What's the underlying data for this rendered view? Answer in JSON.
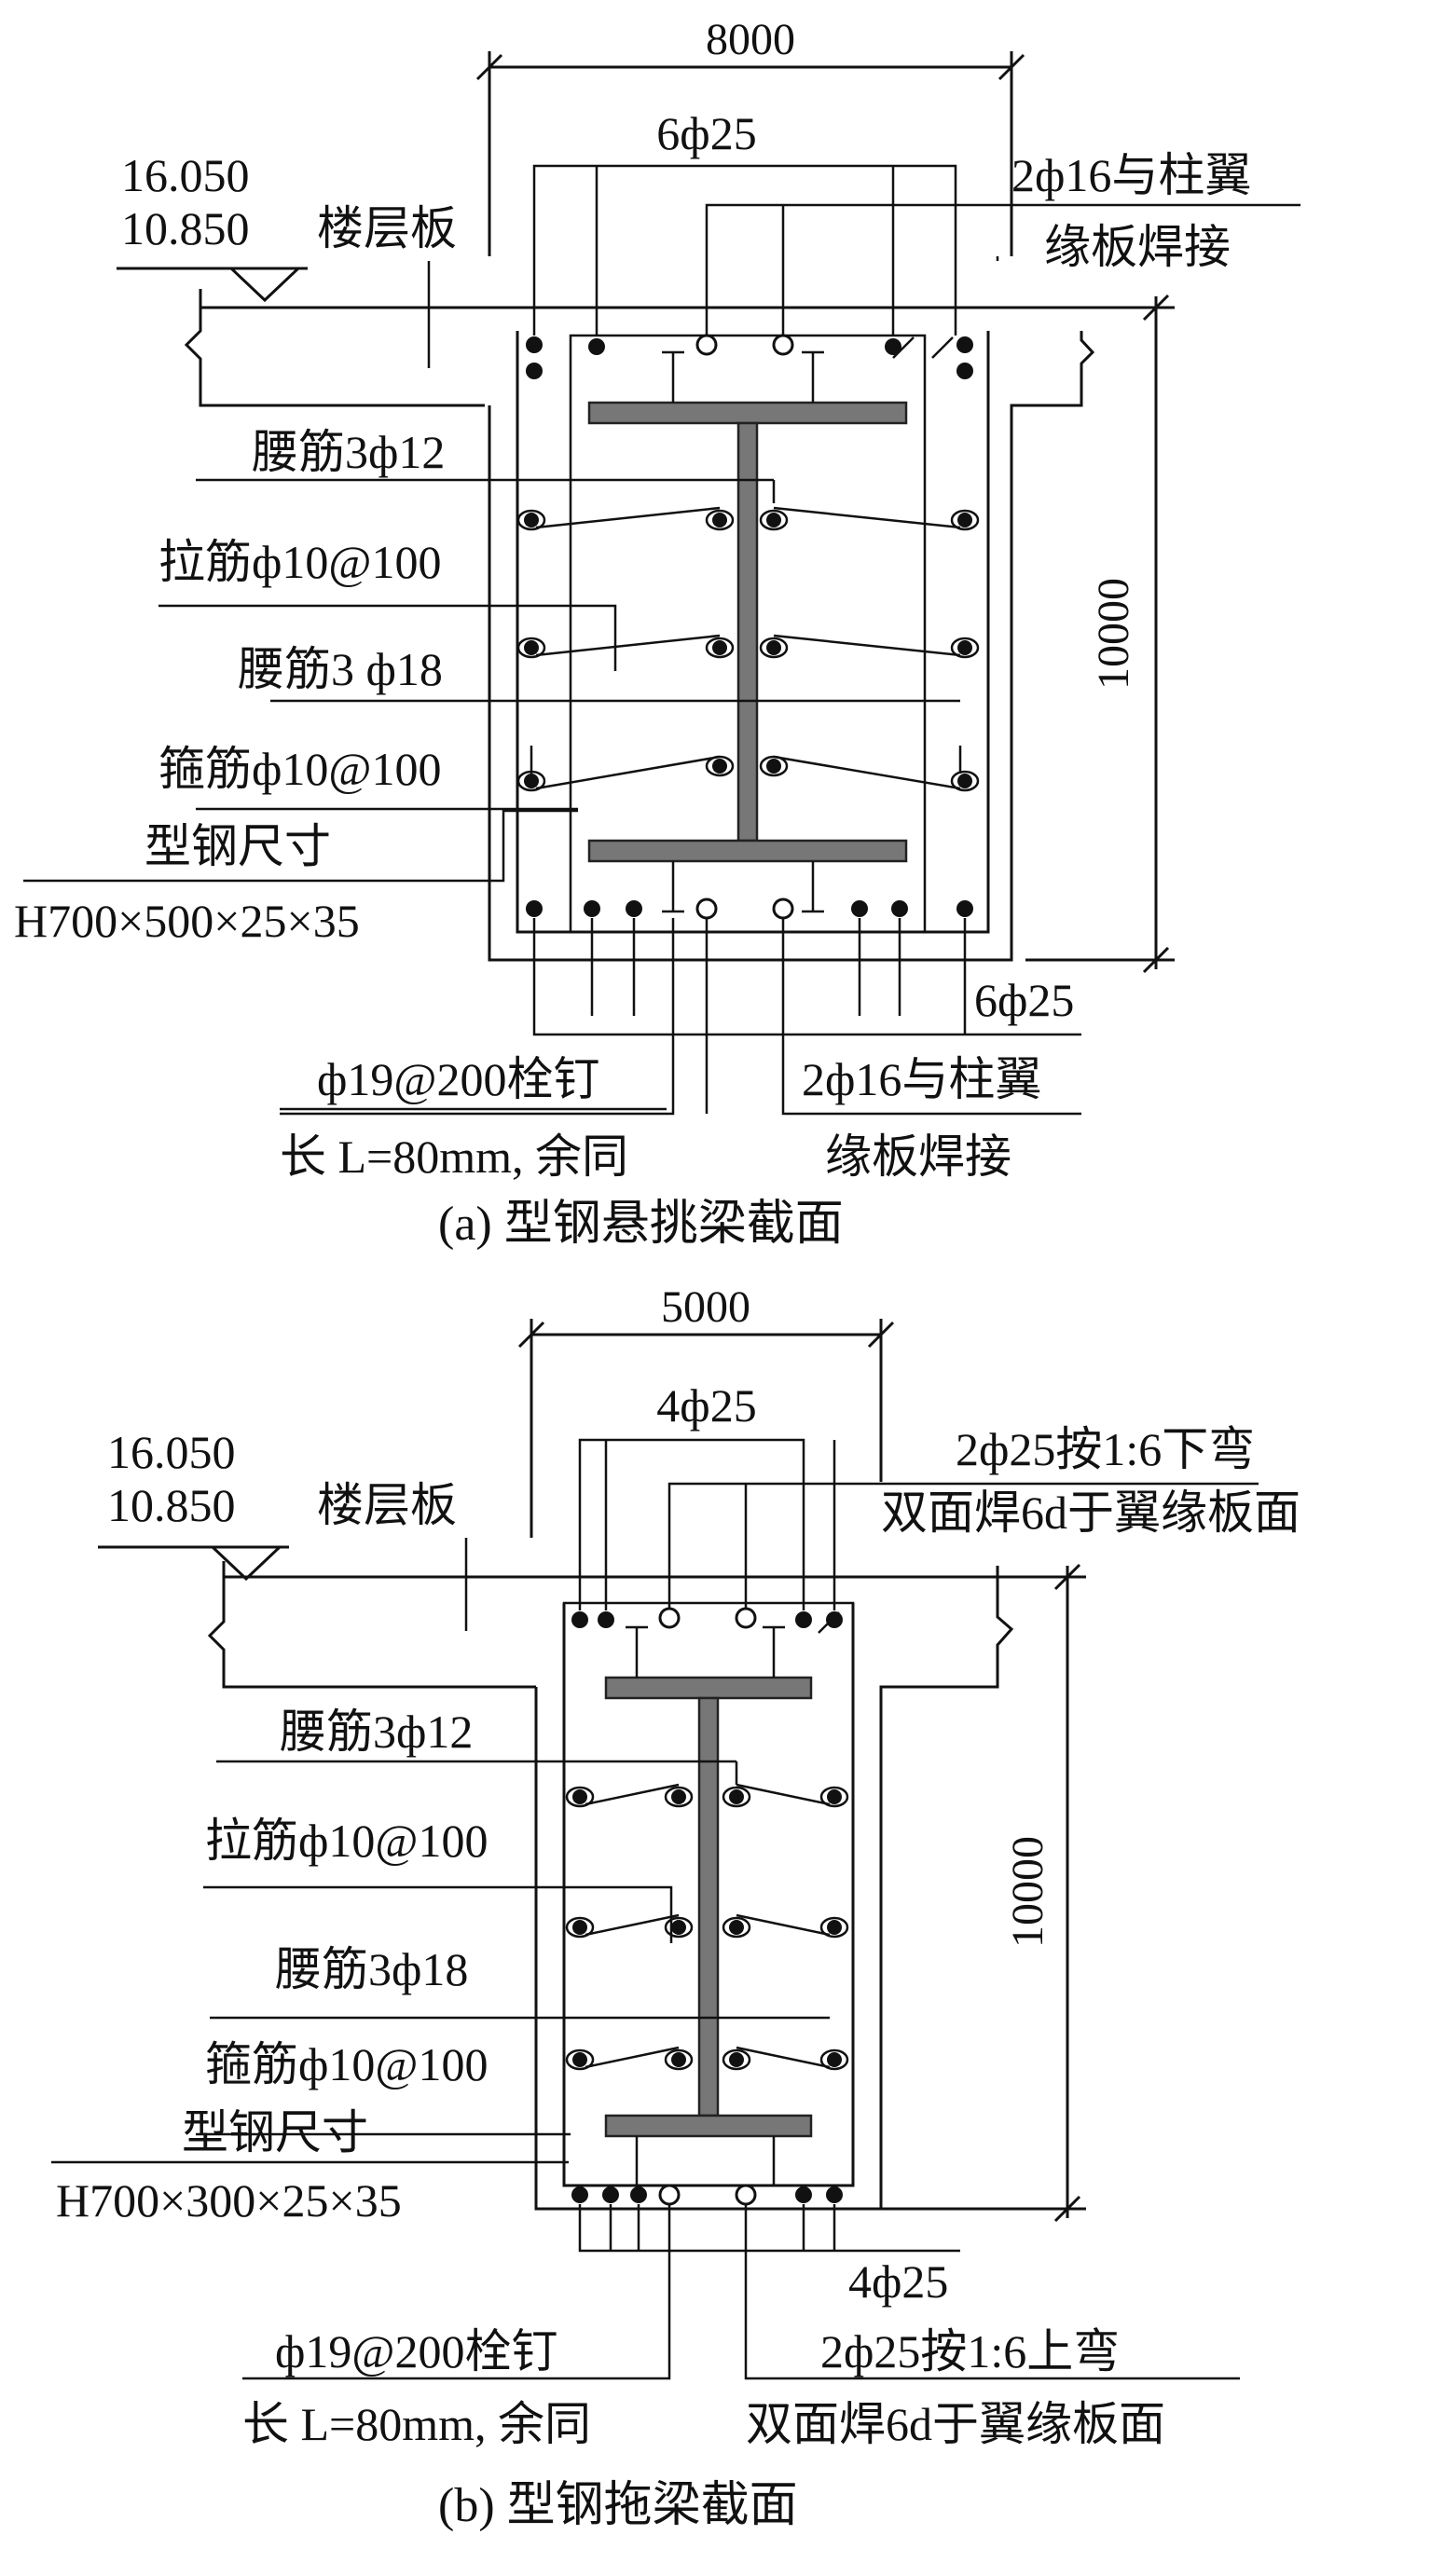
{
  "diagram_a": {
    "width_dim": "8000",
    "height_dim": "10000",
    "top_bars": "6ф25",
    "top_weld": [
      "2ф16与柱翼",
      "缘板焊接"
    ],
    "elevations": [
      "16.050",
      "10.850"
    ],
    "slab": "楼层板",
    "waist_small": "腰筋3ф12",
    "tie": "拉筋ф10@100",
    "waist_large": "腰筋3 ф18",
    "stirrup": "箍筋ф10@100",
    "steel_size_label": "型钢尺寸",
    "steel_size": "H700×500×25×35",
    "bottom_bars": "6ф25",
    "studs": "ф19@200栓钉",
    "stud_length": "长 L=80mm, 余同",
    "bottom_weld": [
      "2ф16与柱翼",
      "缘板焊接"
    ],
    "caption": "(a) 型钢悬挑梁截面"
  },
  "diagram_b": {
    "width_dim": "5000",
    "height_dim": "10000",
    "top_bars": "4ф25",
    "top_bend": [
      "2ф25按1:6下弯",
      "双面焊6d于翼缘板面"
    ],
    "elevations": [
      "16.050",
      "10.850"
    ],
    "slab": "楼层板",
    "waist_small": "腰筋3ф12",
    "tie": "拉筋ф10@100",
    "waist_large": "腰筋3ф18",
    "stirrup": "箍筋ф10@100",
    "steel_size_label": "型钢尺寸",
    "steel_size": "H700×300×25×35",
    "bottom_bars": "4ф25",
    "studs": "ф19@200栓钉",
    "stud_length": "长 L=80mm, 余同",
    "bottom_bend": [
      "2ф25按1:6上弯",
      "双面焊6d于翼缘板面"
    ],
    "caption": "(b) 型钢拖梁截面"
  }
}
